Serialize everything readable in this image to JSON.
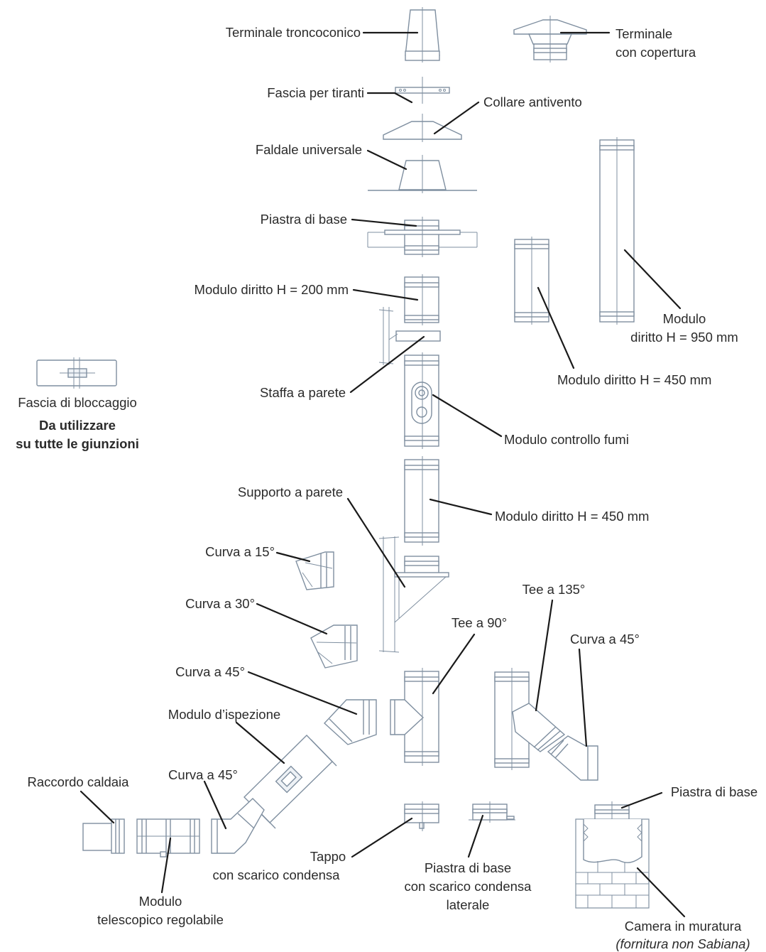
{
  "labels": {
    "terminale_troncoconico": "Terminale troncoconico",
    "terminale_copertura_1": "Terminale",
    "terminale_copertura_2": "con copertura",
    "fascia_tiranti": "Fascia per tiranti",
    "collare_antivento": "Collare antivento",
    "faldale_universale": "Faldale universale",
    "piastra_base_top": "Piastra di base",
    "modulo_200": "Modulo diritto H = 200 mm",
    "modulo_950_1": "Modulo",
    "modulo_950_2": "diritto H = 950 mm",
    "modulo_450_right": "Modulo diritto H = 450 mm",
    "staffa_parete": "Staffa a parete",
    "fascia_bloccaggio": "Fascia di bloccaggio",
    "da_utilizzare_1": "Da utilizzare",
    "da_utilizzare_2": "su tutte le giunzioni",
    "modulo_controllo_fumi": "Modulo controllo fumi",
    "supporto_parete": "Supporto a parete",
    "modulo_450_mid": "Modulo diritto H = 450 mm",
    "curva_15": "Curva a 15°",
    "curva_30": "Curva a 30°",
    "tee_135": "Tee a 135°",
    "tee_90": "Tee a 90°",
    "curva_45_right": "Curva a 45°",
    "curva_45_left": "Curva a 45°",
    "modulo_ispezione": "Modulo d’ispezione",
    "raccordo_caldaia": "Raccordo caldaia",
    "curva_45_bottom": "Curva a 45°",
    "piastra_base_br": "Piastra di base",
    "tappo_1": "Tappo",
    "tappo_2": "con scarico condensa",
    "piastra_scarico_1": "Piastra di base",
    "piastra_scarico_2": "con scarico condensa",
    "piastra_scarico_3": "laterale",
    "modulo_telescopico_1": "Modulo",
    "modulo_telescopico_2": "telescopico regolabile",
    "camera_muratura": "Camera in muratura",
    "fornitura": "(fornitura non Sabiana)"
  },
  "colors": {
    "part_stroke": "#7f8fa0",
    "leader": "#1a1a1a",
    "text": "#2b2b2b"
  }
}
